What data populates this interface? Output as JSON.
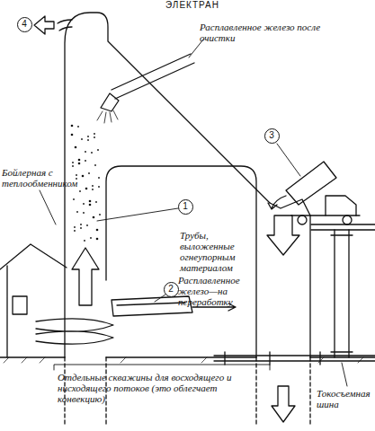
{
  "diagram": {
    "title": "ЭЛЕКТРАН",
    "nodes": [
      {
        "text": [
          "4"
        ]
      },
      {
        "text": [
          "3"
        ]
      },
      {
        "text": [
          "1"
        ]
      },
      {
        "text": [
          "2"
        ]
      }
    ],
    "labels": [
      "Расплавленное железо после очистки",
      "Бойлерная с теплообменником",
      "Трубы, выложенные огнеупорным материалом",
      "Расплавленное железо—на переработку",
      "Отдельные скважины для восходящего и нисходящего потоков (это облегчает конвекцию)",
      "Токосъемная шина"
    ]
  }
}
